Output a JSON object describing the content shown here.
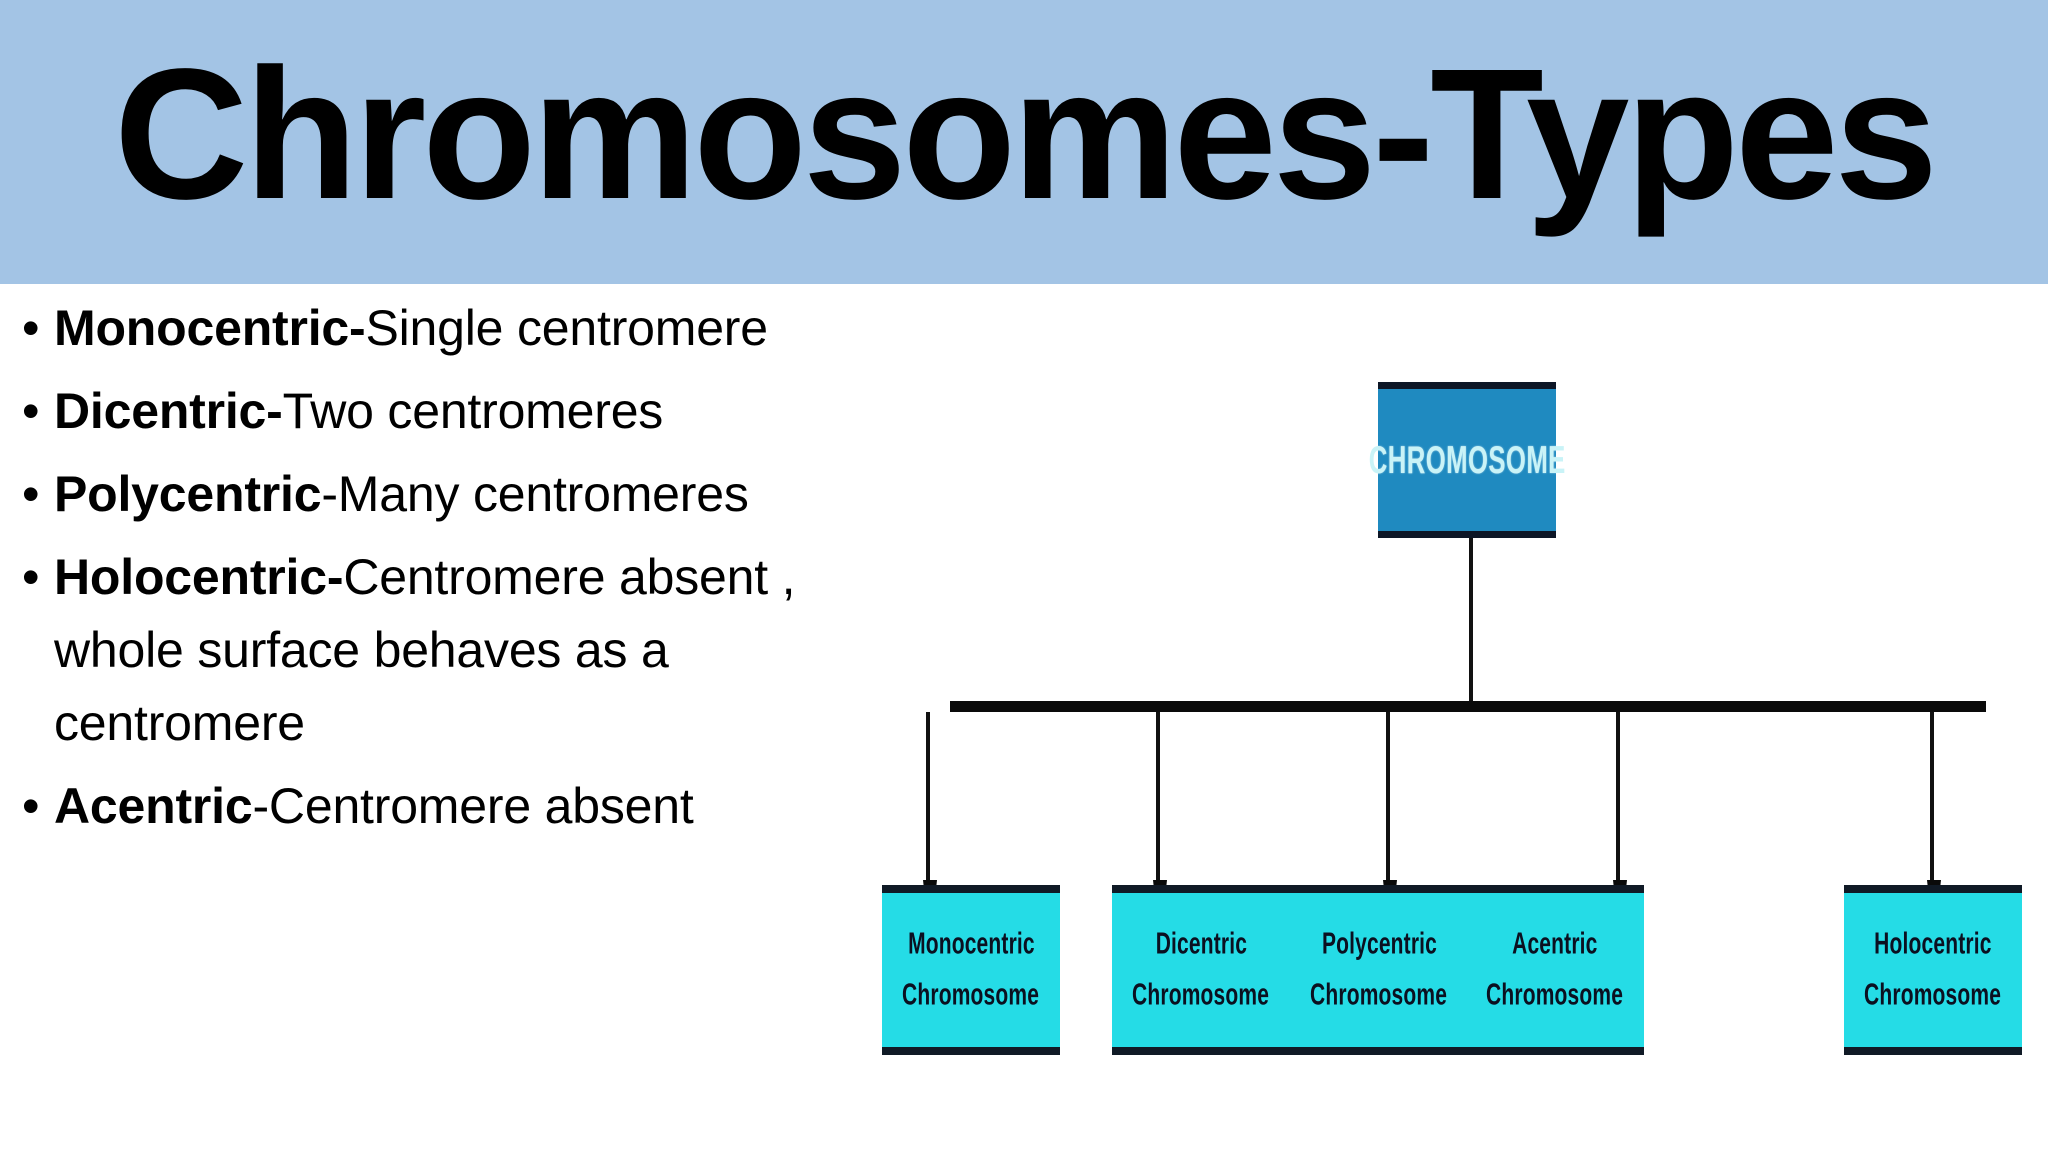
{
  "title": "Chromosomes-Types",
  "bullets": [
    {
      "bullet": "•",
      "term": "Monocentric-",
      "rest": "Single centromere"
    },
    {
      "bullet": "•",
      "term": "Dicentric-",
      "rest": "Two centromeres"
    },
    {
      "bullet": "•",
      "term": "Polycentric",
      "rest": "-Many centromeres"
    },
    {
      "bullet": "•",
      "term": "Holocentric-",
      "rest": "Centromere absent , whole surface behaves as a centromere"
    },
    {
      "bullet": "•",
      "term": "Acentric",
      "rest": "-Centromere absent"
    }
  ],
  "diagram": {
    "root": {
      "label": "CHROMOSOME"
    },
    "leaves": [
      {
        "line1": "Monocentric",
        "line2": "Chromosome"
      },
      {
        "line1": "Dicentric",
        "line2": "Chromosome"
      },
      {
        "line1": "Polycentric",
        "line2": "Chromosome"
      },
      {
        "line1": "Acentric",
        "line2": "Chromosome"
      },
      {
        "line1": "Holocentric",
        "line2": "Chromosome"
      }
    ]
  },
  "colors": {
    "banner": "#a3c4e5",
    "root_box": "#1f8ac0",
    "root_text": "#c9f3f7",
    "leaf_box": "#25dce6",
    "leaf_text": "#0b1020",
    "connector": "#0a0a0a",
    "slide_background": "#ffffff",
    "body_text": "#000000"
  }
}
